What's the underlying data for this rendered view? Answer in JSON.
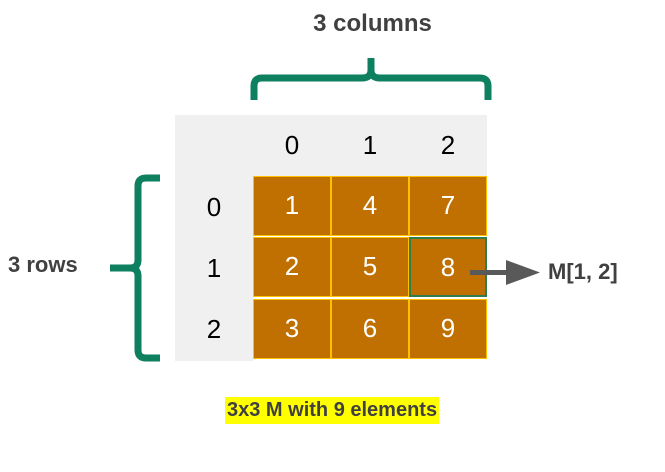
{
  "labels": {
    "columns": "3 columns",
    "rows": "3 rows",
    "element_ref": "M[1, 2]",
    "caption": "3x3 M with 9 elements"
  },
  "column_indices": [
    "0",
    "1",
    "2"
  ],
  "row_indices": [
    "0",
    "1",
    "2"
  ],
  "matrix": [
    [
      "1",
      "4",
      "7"
    ],
    [
      "2",
      "5",
      "8"
    ],
    [
      "3",
      "6",
      "9"
    ]
  ],
  "highlighted_cell": {
    "row": 1,
    "col": 2
  },
  "colors": {
    "cell_fill": "#c07000",
    "cell_border": "#ffc000",
    "brace": "#0e7f5f",
    "highlight_border": "#2e7d4f",
    "arrow": "#595959",
    "caption_bg": "#ffff00",
    "header_bg": "#f0f0f0"
  }
}
